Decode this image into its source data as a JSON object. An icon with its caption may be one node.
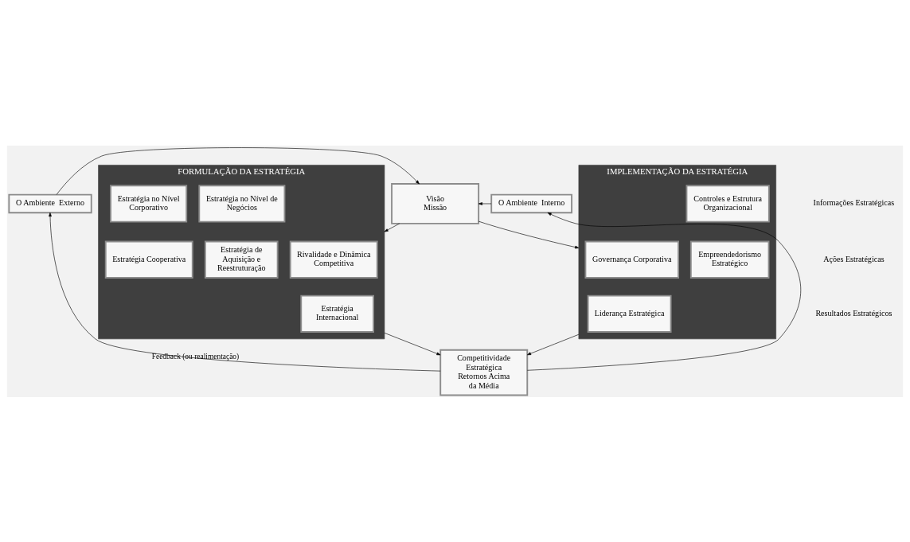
{
  "diagram": {
    "nodes": [
      {
        "text": [
          "O Ambiente  Externo"
        ]
      },
      {
        "text": [
          "O Ambiente  Interno"
        ]
      },
      {
        "text": [
          "Visão",
          "Missão"
        ]
      },
      {
        "text": [
          "FORMULAÇÃO DA ESTRATÉGIA"
        ]
      },
      {
        "text": [
          "Estratégia no Nível de Negócios"
        ],
        "in": 3
      },
      {
        "text": [
          "Rivalidade e Dinâmica Competitiva"
        ],
        "in": 3
      },
      {
        "text": [
          "Estratégia no Nível Corporativo"
        ],
        "in": 3
      },
      {
        "text": [
          "Estratégia de Aquisição e Reestruturação"
        ],
        "in": 3
      },
      {
        "text": [
          "Estratégia Internacional"
        ],
        "in": 3
      },
      {
        "text": [
          "Estratégia Cooperativa"
        ],
        "in": 3
      },
      {
        "text": [
          "IMPLEMENTAÇÃO DA ESTRATÉGIA"
        ]
      },
      {
        "text": [
          "Governança Corporativa"
        ],
        "in": 10
      },
      {
        "text": [
          "Controles e Estrutura Organizacional"
        ],
        "in": 10
      },
      {
        "text": [
          "Liderança Estratégica"
        ],
        "in": 10
      },
      {
        "text": [
          "Empreendedorismo Estratégico"
        ],
        "in": 10
      },
      {
        "text": [
          "Competitividade Estratégica",
          "Retornos Acima da Média"
        ]
      }
    ],
    "edges": [
      {
        "from": 0,
        "to": 2,
        "arrow": "to"
      },
      {
        "from": 1,
        "to": 2,
        "arrow": "to"
      },
      {
        "from": 2,
        "to": 3,
        "arrow": "to"
      },
      {
        "from": 2,
        "to": 10,
        "arrow": "to"
      },
      {
        "from": 3,
        "to": 15,
        "arrow": "to"
      },
      {
        "from": 10,
        "to": 15,
        "arrow": "to"
      },
      {
        "from": 15,
        "to": 0,
        "arrow": "to",
        "label": "Feedback (ou realimentação)"
      },
      {
        "from": 15,
        "to": 1,
        "arrow": "to"
      }
    ],
    "labels": [
      "Informações Estratégicas",
      "Ações Estratégicas",
      "Resultados Estratégicos"
    ]
  }
}
